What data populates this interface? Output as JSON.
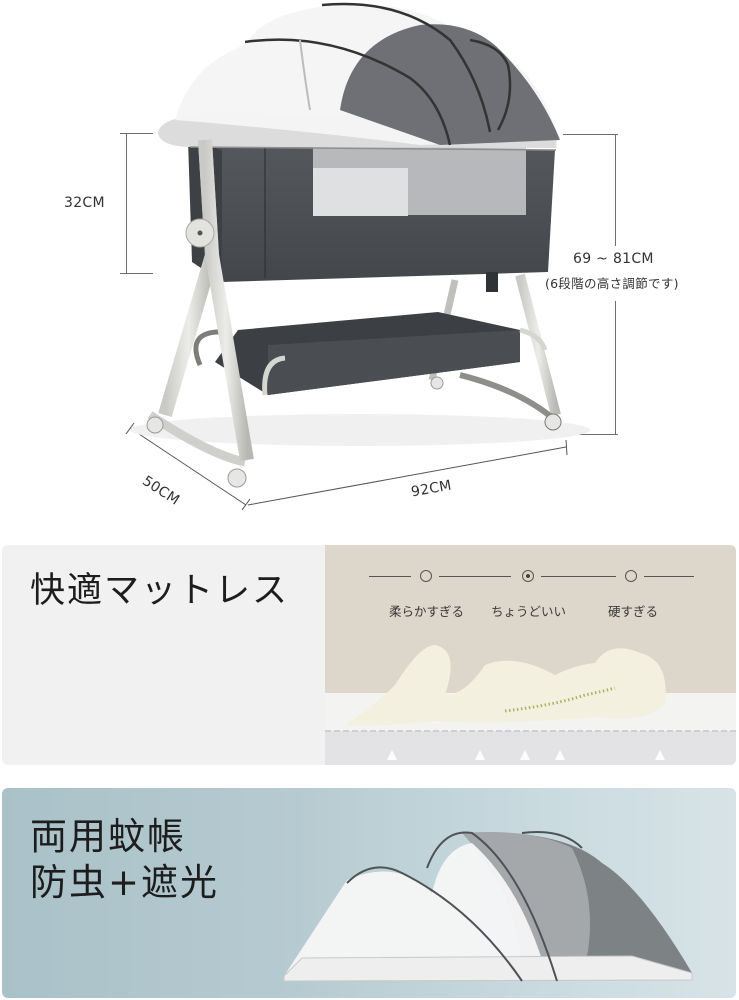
{
  "dimensions": {
    "height_side": "32CM",
    "height_total": "69 ~ 81CM",
    "height_note": "(6段階の高さ調節です)",
    "depth": "50CM",
    "length": "92CM"
  },
  "product": {
    "name": "bedside-crib",
    "fabric_color": "#4a4d52",
    "frame_color": "#d9d9d6",
    "canopy_color": "#f2f2f2"
  },
  "mattress_section": {
    "title": "快適マットレス",
    "firmness_scale": [
      {
        "label": "柔らかすぎる",
        "selected": false
      },
      {
        "label": "ちょうどいい",
        "selected": true
      },
      {
        "label": "硬すぎる",
        "selected": false
      }
    ],
    "background_left": "#f1f1f1",
    "background_right": "#ddd6ca"
  },
  "canopy_section": {
    "title_line1": "両用蚊帳",
    "title_line2": "防虫+遮光",
    "background": "#b6cbd1"
  }
}
